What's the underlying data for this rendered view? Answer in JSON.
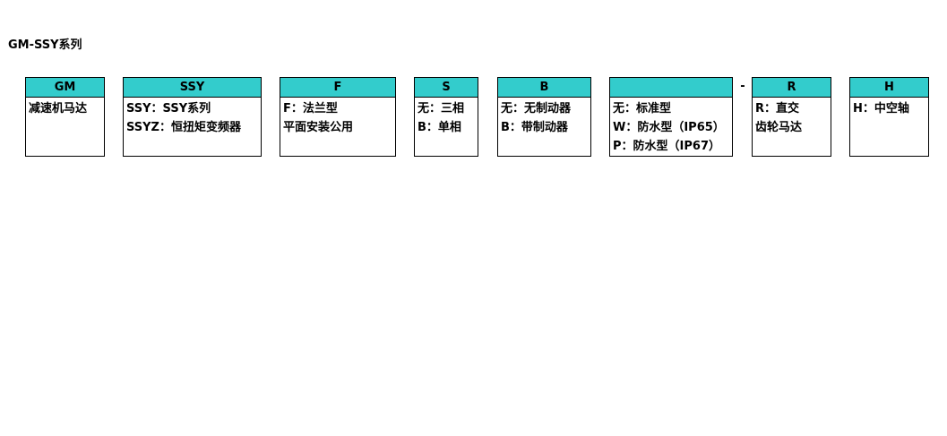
{
  "title": "GM-SSY系列",
  "separator": "-",
  "codes": [
    {
      "header": "GM",
      "lines": [
        "减速机马达"
      ]
    },
    {
      "header": "SSY",
      "lines": [
        "SSY：SSY系列",
        "SSYZ：恒扭矩变频器"
      ]
    },
    {
      "header": "F",
      "lines": [
        "F：法兰型",
        "平面安装公用"
      ]
    },
    {
      "header": "S",
      "lines": [
        "无：三相",
        "B：单相"
      ]
    },
    {
      "header": "B",
      "lines": [
        "无：无制动器",
        "B：带制动器"
      ]
    },
    {
      "header": "",
      "lines": [
        "无：标准型",
        "W：防水型（IP65）",
        "P：防水型（IP67）"
      ]
    },
    {
      "header": "R",
      "lines": [
        "R：直交",
        "齿轮马达"
      ]
    },
    {
      "header": "H",
      "lines": [
        "H：中空轴"
      ]
    }
  ],
  "colors": {
    "header_fill": "#33cccc",
    "border": "#000000",
    "text": "#000000"
  }
}
